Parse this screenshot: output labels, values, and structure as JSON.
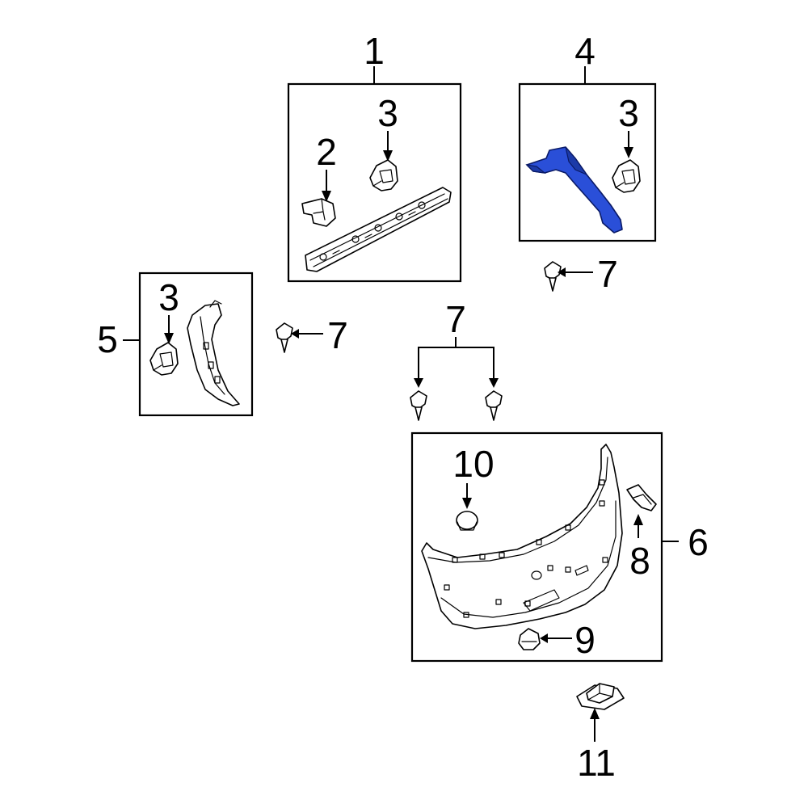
{
  "callouts": {
    "c1": "1",
    "c2": "2",
    "c3_box1": "3",
    "c4": "4",
    "c3_box4": "3",
    "c7_right": "7",
    "c5": "5",
    "c3_box5": "3",
    "c7_left": "7",
    "c7_mid": "7",
    "c10": "10",
    "c6": "6",
    "c8": "8",
    "c9": "9",
    "c11": "11"
  },
  "colors": {
    "highlight_fill": "#2a4fd8",
    "highlight_shade": "#1c3aa8",
    "line": "#000000",
    "background": "#ffffff"
  }
}
